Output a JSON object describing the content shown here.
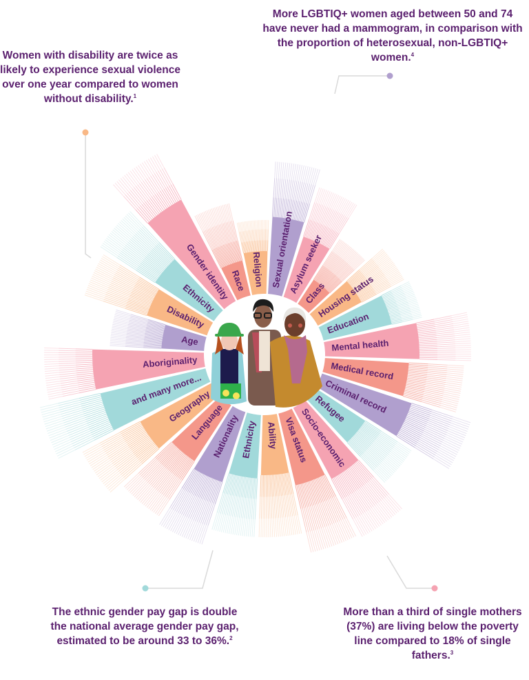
{
  "colors": {
    "text": "#5a1f6e",
    "pink": "#f5a3b2",
    "salmon": "#f4978a",
    "orange": "#f9b886",
    "teal": "#a1d9da",
    "lavender": "#b09fce",
    "connector": "#d9d9d9"
  },
  "callouts": {
    "top_left": {
      "text": "Women with disability are twice as likely to experience sexual violence over one year compared to women without disability.",
      "footnote": "1",
      "dot_color": "#f9b886"
    },
    "top_right": {
      "text": "More LGBTIQ+ women aged between 50 and 74 have never had a mammogram, in comparison with the proportion of heterosexual, non-LGBTIQ+ women.",
      "footnote": "4",
      "dot_color": "#b09fce"
    },
    "bottom_left": {
      "text": "The ethnic gender pay gap is double the national average gender pay gap, estimated to be around 33 to 36%.",
      "footnote": "2",
      "dot_color": "#a1d9da"
    },
    "bottom_right": {
      "text": "More than a third of single mothers (37%) are living below the poverty line compared to 18% of single fathers.",
      "footnote": "3",
      "dot_color": "#f5a3b2"
    }
  },
  "chart_data": {
    "type": "radial-bar",
    "title": "",
    "center_image": "illustration of three women",
    "segments": [
      {
        "label": "Religion",
        "color": "#f9b886",
        "solid": 150,
        "faded": 195
      },
      {
        "label": "Sexual orientation",
        "color": "#b09fce",
        "solid": 200,
        "faded": 280
      },
      {
        "label": "Asylum seeker",
        "color": "#f5a3b2",
        "solid": 180,
        "faded": 255
      },
      {
        "label": "Class",
        "color": "#f4978a",
        "solid": 130,
        "faded": 200
      },
      {
        "label": "Housing status",
        "color": "#f9b886",
        "solid": 160,
        "faded": 230
      },
      {
        "label": "Education",
        "color": "#a1d9da",
        "solid": 190,
        "faded": 235
      },
      {
        "label": "Mental health",
        "color": "#f5a3b2",
        "solid": 225,
        "faded": 300
      },
      {
        "label": "Medical record",
        "color": "#f4978a",
        "solid": 210,
        "faded": 290
      },
      {
        "label": "Criminal record",
        "color": "#b09fce",
        "solid": 225,
        "faded": 315
      },
      {
        "label": "Refugee",
        "color": "#a1d9da",
        "solid": 175,
        "faded": 255
      },
      {
        "label": "Socio-economic",
        "color": "#f5a3b2",
        "solid": 205,
        "faded": 300
      },
      {
        "label": "Visa status",
        "color": "#f4978a",
        "solid": 195,
        "faded": 295
      },
      {
        "label": "Ability",
        "color": "#f9b886",
        "solid": 175,
        "faded": 265
      },
      {
        "label": "Ethnicity",
        "color": "#a1d9da",
        "solid": 180,
        "faded": 265
      },
      {
        "label": "Nationality",
        "color": "#b09fce",
        "solid": 195,
        "faded": 290
      },
      {
        "label": "Language",
        "color": "#f4978a",
        "solid": 185,
        "faded": 280
      },
      {
        "label": "Geography",
        "color": "#f9b886",
        "solid": 205,
        "faded": 300
      },
      {
        "label": "and many more...",
        "color": "#a1d9da",
        "solid": 245,
        "faded": 335
      },
      {
        "label": "Aboriginality",
        "color": "#f5a3b2",
        "solid": 250,
        "faded": 320
      },
      {
        "label": "Age",
        "color": "#b09fce",
        "solid": 150,
        "faded": 225
      },
      {
        "label": "Disability",
        "color": "#f9b886",
        "solid": 180,
        "faded": 275
      },
      {
        "label": "Ethnicity",
        "color": "#a1d9da",
        "solid": 190,
        "faded": 285
      },
      {
        "label": "Gender identity",
        "color": "#f5a3b2",
        "solid": 255,
        "faded": 330
      },
      {
        "label": "Race",
        "color": "#f4978a",
        "solid": 140,
        "faded": 225
      }
    ]
  }
}
